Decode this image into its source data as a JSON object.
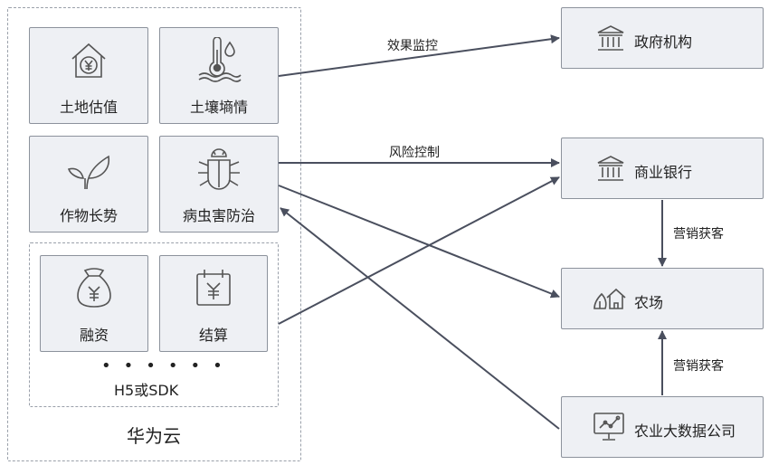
{
  "platform": {
    "name": "华为云",
    "modules": {
      "land_valuation": {
        "label": "土地估值",
        "icon": "house-yuan-icon"
      },
      "soil_moisture": {
        "label": "土壤墒情",
        "icon": "thermometer-water-icon"
      },
      "crop_growth": {
        "label": "作物长势",
        "icon": "sprout-leaf-icon"
      },
      "pest_control": {
        "label": "病虫害防治",
        "icon": "bug-icon"
      }
    },
    "sdk_group": {
      "label": "H5或SDK",
      "dots": "••••••",
      "modules": {
        "financing": {
          "label": "融资",
          "icon": "money-bag-icon"
        },
        "settlement": {
          "label": "结算",
          "icon": "calendar-yuan-icon"
        }
      }
    }
  },
  "entities": {
    "government": {
      "label": "政府机构",
      "icon": "government-building-icon"
    },
    "bank": {
      "label": "商业银行",
      "icon": "bank-building-icon"
    },
    "farm": {
      "label": "农场",
      "icon": "farm-house-icon"
    },
    "agri_data_company": {
      "label": "农业大数据公司",
      "icon": "monitor-chart-icon"
    }
  },
  "edges": {
    "effect_monitoring": "效果监控",
    "risk_control": "风险控制",
    "marketing_bank_farm": "营销获客",
    "marketing_company_farm": "营销获客"
  },
  "colors": {
    "box_fill": "#eef0f4",
    "box_border": "#8c929c",
    "arrow": "#4a4f5e",
    "dashed_frame": "#9aa0aa"
  }
}
